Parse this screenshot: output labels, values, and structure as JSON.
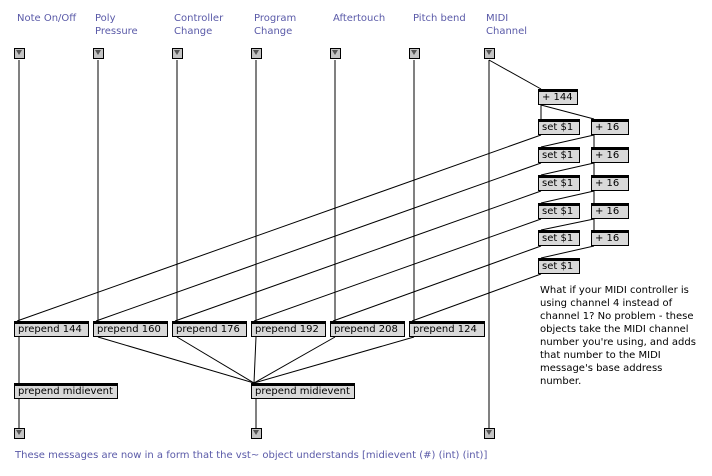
{
  "inlet_labels": {
    "note": "Note On/Off",
    "poly": "Poly\nPressure",
    "ctrl": "Controller\nChange",
    "prog": "Program\nChange",
    "after": "Aftertouch",
    "pitch": "Pitch bend",
    "chan": "MIDI\nChannel"
  },
  "objects": {
    "plus144": "+ 144",
    "set": "set $1",
    "plus16": "+ 16",
    "prepend144": "prepend 144",
    "prepend160": "prepend 160",
    "prepend176": "prepend 176",
    "prepend192": "prepend 192",
    "prepend208": "prepend 208",
    "prepend124": "prepend 124",
    "midievent": "prepend midievent"
  },
  "comment": "What if your MIDI controller is using channel 4 instead of channel 1? No problem - these objects take the MIDI channel number you're using, and adds that number to the MIDI message's base address number.",
  "footer": "These messages are now in a form that the vst~ object understands [midievent (#) (int) (int)]"
}
